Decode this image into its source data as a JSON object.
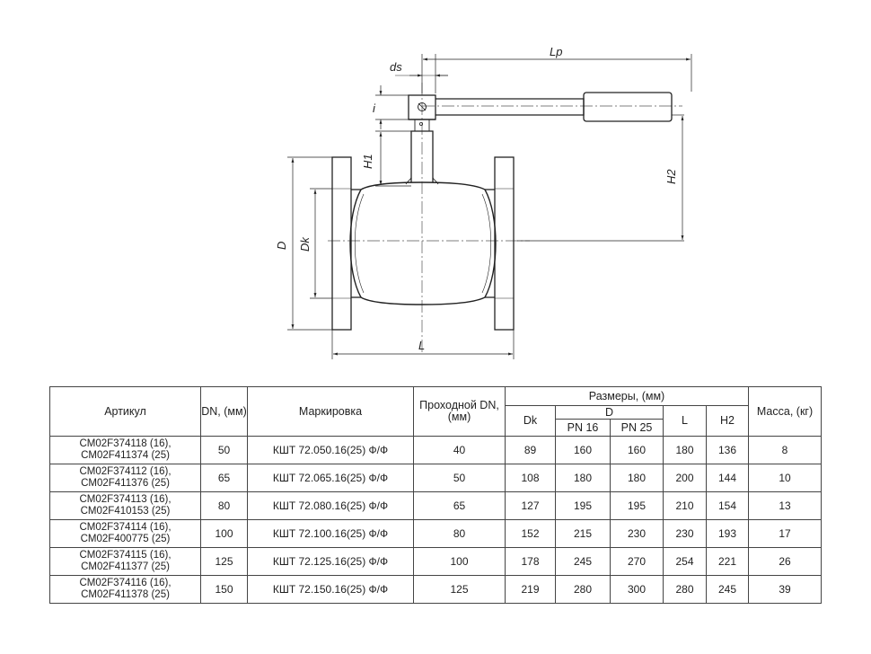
{
  "drawing": {
    "dim_labels": {
      "lp": "Lp",
      "ds": "ds",
      "i": "i",
      "h1": "H1",
      "h2": "H2",
      "d": "D",
      "dk": "Dk",
      "l": "L"
    }
  },
  "table": {
    "headers": {
      "article": "Артикул",
      "dn": "DN, (мм)",
      "marking": "Маркировка",
      "passage": "Проходной DN, (мм)",
      "dimensions": "Размеры, (мм)",
      "dk": "Dk",
      "d": "D",
      "pn16": "PN 16",
      "pn25": "PN 25",
      "l": "L",
      "h2": "H2",
      "mass": "Масса, (кг)"
    },
    "rows": [
      {
        "article_1": "CM02F374118 (16),",
        "article_2": "CM02F411374 (25)",
        "dn": "50",
        "marking": "КШТ 72.050.16(25) Ф/Ф",
        "passage": "40",
        "dk": "89",
        "d_pn16": "160",
        "d_pn25": "160",
        "l": "180",
        "h2": "136",
        "mass": "8"
      },
      {
        "article_1": "CM02F374112 (16),",
        "article_2": "CM02F411376 (25)",
        "dn": "65",
        "marking": "КШТ 72.065.16(25) Ф/Ф",
        "passage": "50",
        "dk": "108",
        "d_pn16": "180",
        "d_pn25": "180",
        "l": "200",
        "h2": "144",
        "mass": "10"
      },
      {
        "article_1": "CM02F374113 (16),",
        "article_2": "CM02F410153 (25)",
        "dn": "80",
        "marking": "КШТ 72.080.16(25) Ф/Ф",
        "passage": "65",
        "dk": "127",
        "d_pn16": "195",
        "d_pn25": "195",
        "l": "210",
        "h2": "154",
        "mass": "13"
      },
      {
        "article_1": "CM02F374114 (16),",
        "article_2": "CM02F400775 (25)",
        "dn": "100",
        "marking": "КШТ 72.100.16(25) Ф/Ф",
        "passage": "80",
        "dk": "152",
        "d_pn16": "215",
        "d_pn25": "230",
        "l": "230",
        "h2": "193",
        "mass": "17"
      },
      {
        "article_1": "CM02F374115 (16),",
        "article_2": "CM02F411377 (25)",
        "dn": "125",
        "marking": "КШТ 72.125.16(25) Ф/Ф",
        "passage": "100",
        "dk": "178",
        "d_pn16": "245",
        "d_pn25": "270",
        "l": "254",
        "h2": "221",
        "mass": "26"
      },
      {
        "article_1": "CM02F374116 (16),",
        "article_2": "CM02F411378 (25)",
        "dn": "150",
        "marking": "КШТ 72.150.16(25) Ф/Ф",
        "passage": "125",
        "dk": "219",
        "d_pn16": "280",
        "d_pn25": "300",
        "l": "280",
        "h2": "245",
        "mass": "39"
      }
    ]
  }
}
